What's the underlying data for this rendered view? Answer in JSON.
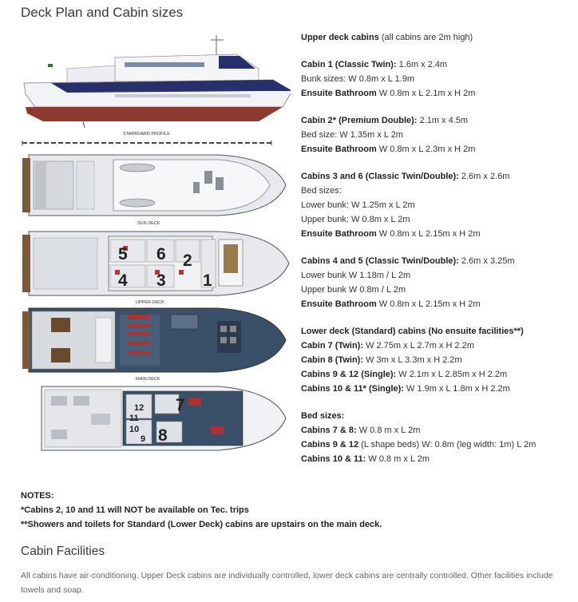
{
  "headings": {
    "deck_plan": "Deck Plan and Cabin sizes",
    "facilities": "Cabin Facilities"
  },
  "diagram_labels": {
    "starboard": "STARBOARD PROFILE",
    "sun": "SUN DECK",
    "upper": "UPPER DECK",
    "main": "MAIN DECK"
  },
  "cabin_numbers": {
    "upper": [
      "5",
      "6",
      "2",
      "4",
      "3",
      "1"
    ],
    "lower": [
      "12",
      "11",
      "7",
      "10",
      "9",
      "8"
    ]
  },
  "specs": [
    {
      "bold": "Upper deck cabins",
      "rest": " (all cabins are 2m high)"
    },
    {
      "gap": true
    },
    {
      "bold": "Cabin 1 (Classic Twin):",
      "rest": " 1.6m x 2.4m"
    },
    {
      "bold": "",
      "rest": "Bunk sizes: W 0.8m x L 1.9m"
    },
    {
      "bold": "Ensuite Bathroom",
      "rest": " W 0.8m x L 2.1m x H 2m"
    },
    {
      "gap": true
    },
    {
      "bold": "Cabin 2* (Premium Double):",
      "rest": " 2.1m x 4.5m"
    },
    {
      "bold": "",
      "rest": "Bed size: W 1.35m x L 2m"
    },
    {
      "bold": "Ensuite Bathroom",
      "rest": " W 0.8m x L 2.3m x H 2m"
    },
    {
      "gap": true
    },
    {
      "bold": "Cabins 3 and 6 (Classic Twin/Double):",
      "rest": " 2.6m x 2.6m"
    },
    {
      "bold": "",
      "rest": "Bed sizes:"
    },
    {
      "bold": "",
      "rest": "Lower bunk: W 1.25m x L 2m"
    },
    {
      "bold": "",
      "rest": "Upper bunk: W 0.8m x L 2m"
    },
    {
      "bold": "Ensuite Bathroom",
      "rest": " W 0.8m x L 2.15m x H 2m"
    },
    {
      "gap": true
    },
    {
      "bold": "Cabins 4 and 5 (Classic Twin/Double):",
      "rest": " 2.6m x 3.25m"
    },
    {
      "bold": "",
      "rest": "Lower bunk W 1.18m / L 2m"
    },
    {
      "bold": "",
      "rest": "Upper bunk W 0.8m / L 2m"
    },
    {
      "bold": "Ensuite Bathroom",
      "rest": " W 0.8m x L 2.15m x H 2m"
    },
    {
      "gap": true
    },
    {
      "bold": "Lower deck (Standard) cabins (No ensuite facilities**)",
      "rest": ""
    },
    {
      "bold": "Cabin 7 (Twin):",
      "rest": " W 2.75m x L 2.7m x H 2.2m"
    },
    {
      "bold": "Cabin 8 (Twin):",
      "rest": " W 3m x L 3.3m x H 2.2m"
    },
    {
      "bold": "Cabins 9 & 12 (Single):",
      "rest": " W 2.1m x L 2.85m x H 2.2m"
    },
    {
      "bold": "Cabins 10 & 11* (Single):",
      "rest": " W 1.9m x L 1.8m x H 2.2m"
    },
    {
      "gap": true
    },
    {
      "bold": "Bed sizes:",
      "rest": ""
    },
    {
      "bold": "Cabins 7 & 8:",
      "rest": " W 0.8 m x L 2m"
    },
    {
      "bold": "Cabins 9 & 12",
      "rest": " (L shape beds) W: 0.8m (leg width: 1m) L 2m"
    },
    {
      "bold": "Cabins 10 & 11:",
      "rest": " W 0.8 m x L 2m"
    }
  ],
  "notes": {
    "title": "NOTES:",
    "note1": "*Cabins 2, 10 and 11 will NOT be available on Tec. trips",
    "note2": "**Showers and toilets for Standard (Lower Deck) cabins are upstairs on the main deck."
  },
  "facilities_text": "All cabins have air-conditioning. Upper Deck cabins are individually controlled, lower deck cabins are centrally controlled. Other facilities include towels and soap.",
  "colors": {
    "hull_navy": "#27306a",
    "hull_red": "#8c3a2f",
    "deck_grey": "#cfd3d8",
    "wood": "#7a5a3a",
    "carpet": "#3a5068"
  }
}
